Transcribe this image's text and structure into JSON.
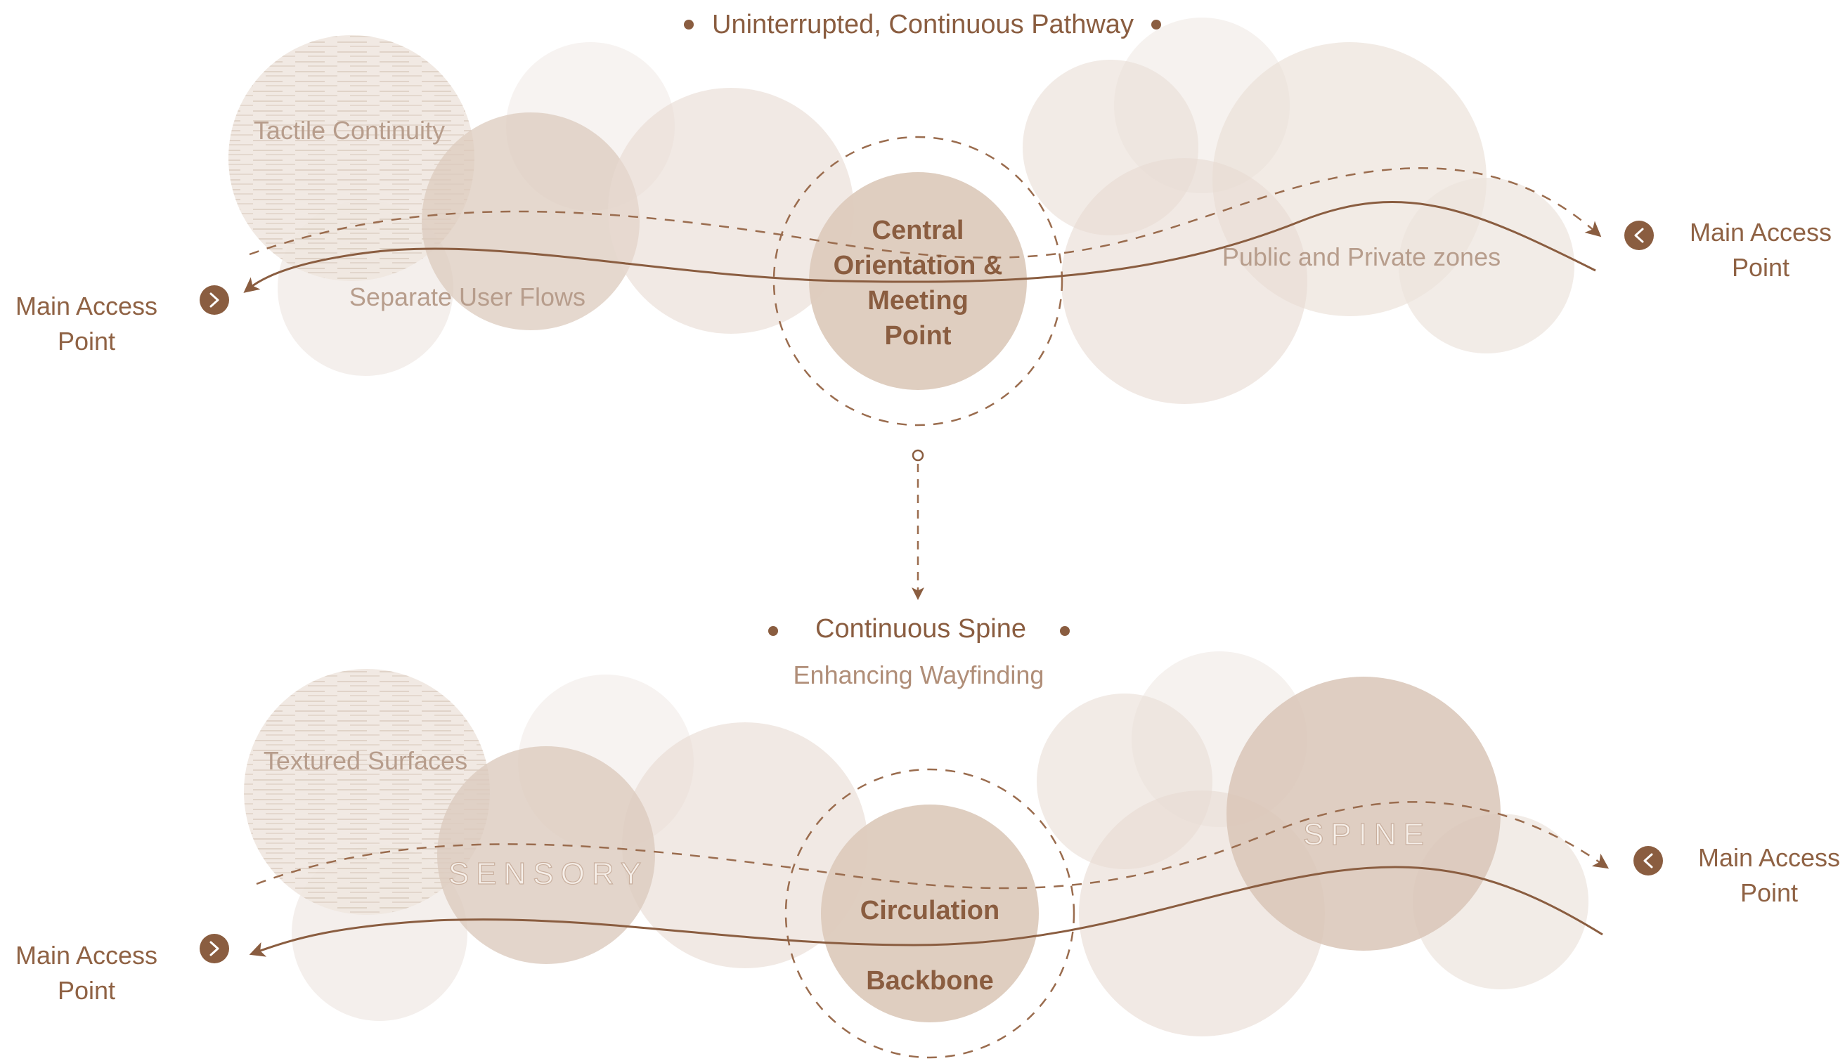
{
  "top": {
    "title": "Uninterrupted, Continuous Pathway",
    "center": [
      "Central",
      "Orientation &",
      "Meeting",
      "Point"
    ],
    "tactile": "Tactile Continuity",
    "flows": "Separate User Flows",
    "zones": "Public and Private zones",
    "access_left": [
      "Main Access",
      "Point"
    ],
    "access_right": [
      "Main Access",
      "Point"
    ]
  },
  "bottom": {
    "title": "Continuous Spine",
    "subtitle": "Enhancing Wayfinding",
    "textured": "Textured Surfaces",
    "sensory": "SENSORY",
    "spine": "SPINE",
    "center_top": "Circulation",
    "center_bottom": "Backbone",
    "access_left": [
      "Main Access",
      "Point"
    ],
    "access_right": [
      "Main Access",
      "Point"
    ]
  },
  "colors": {
    "accent": "#8a5d40",
    "bubble_light": "#f3ece7",
    "bubble_mid": "#e9dcd2",
    "bubble_dark": "#dccbbe"
  },
  "icons": {
    "left_access": "chevron-right-icon",
    "right_access": "chevron-left-icon"
  }
}
